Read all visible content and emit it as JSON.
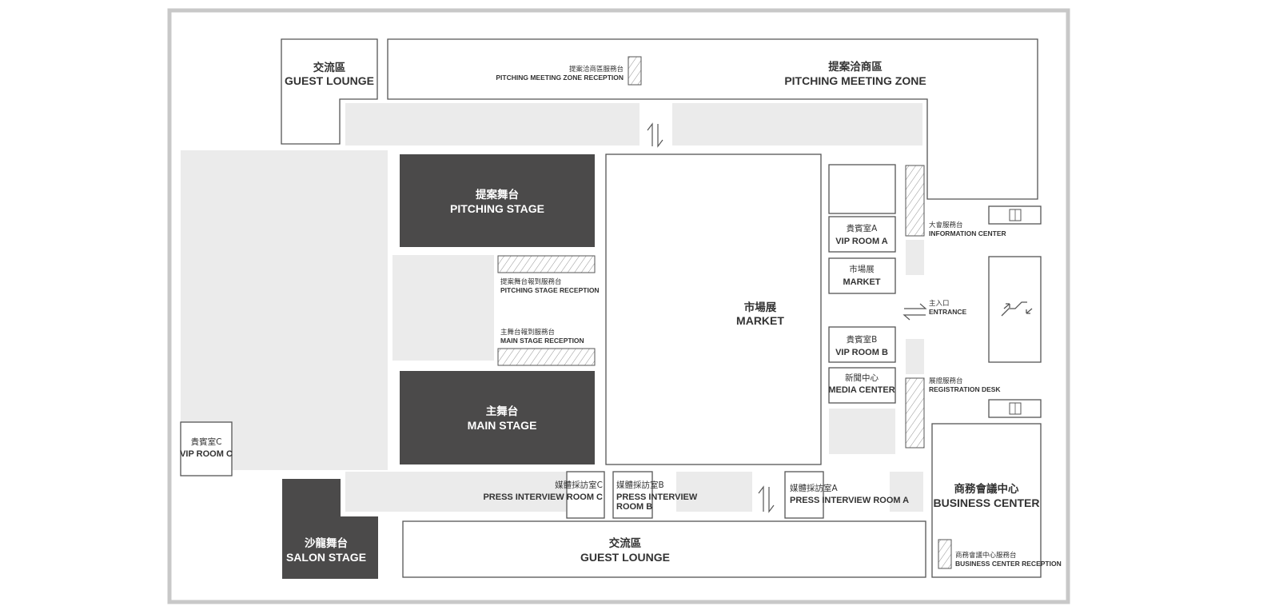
{
  "colors": {
    "frame": "#c8c8c8",
    "stage": "#4b4a4a",
    "corridor": "#ebebeb",
    "line": "#555555"
  },
  "icons": [
    "escalator-arrows-icon",
    "entrance-arrows-icon",
    "elevator-icon",
    "escalator-icon"
  ],
  "areas": {
    "guest_lounge_top": {
      "zh": "交流區",
      "en": "GUEST LOUNGE"
    },
    "pitching_meeting_zone": {
      "zh": "提案洽商區",
      "en": "PITCHING MEETING ZONE"
    },
    "pitching_meeting_zone_reception": {
      "zh": "提案洽商區服務台",
      "en": "PITCHING MEETING ZONE RECEPTION"
    },
    "pitching_stage": {
      "zh": "提案舞台",
      "en": "PITCHING STAGE"
    },
    "pitching_stage_reception": {
      "zh": "提案舞台報到服務台",
      "en": "PITCHING STAGE RECEPTION"
    },
    "main_stage_reception": {
      "zh": "主舞台報到服務台",
      "en": "MAIN STAGE RECEPTION"
    },
    "main_stage": {
      "zh": "主舞台",
      "en": "MAIN STAGE"
    },
    "market_main": {
      "zh": "市場展",
      "en": "MARKET"
    },
    "vip_room_a": {
      "zh": "貴賓室A",
      "en": "VIP ROOM A"
    },
    "market_small": {
      "zh": "市場展",
      "en": "MARKET"
    },
    "vip_room_b": {
      "zh": "貴賓室B",
      "en": "VIP ROOM B"
    },
    "media_center": {
      "zh": "新聞中心",
      "en": "MEDIA CENTER"
    },
    "information_center": {
      "zh": "大會服務台",
      "en": "INFORMATION CENTER"
    },
    "entrance": {
      "zh": "主入口",
      "en": "ENTRANCE"
    },
    "registration_desk": {
      "zh": "展證服務台",
      "en": "REGISTRATION DESK"
    },
    "vip_room_c": {
      "zh": "貴賓室C",
      "en": "VIP ROOM C"
    },
    "salon_stage": {
      "zh": "沙龍舞台",
      "en": "SALON STAGE"
    },
    "press_room_c": {
      "zh": "媒體採訪室C",
      "en": "PRESS INTERVIEW ROOM C"
    },
    "press_room_b": {
      "zh": "媒體採訪室B",
      "en1": "PRESS INTERVIEW",
      "en2": "ROOM B"
    },
    "press_room_a": {
      "zh": "媒體採訪室A",
      "en": "PRESS INTERVIEW ROOM A"
    },
    "guest_lounge_bottom": {
      "zh": "交流區",
      "en": "GUEST LOUNGE"
    },
    "business_center": {
      "zh": "商務會議中心",
      "en": "BUSINESS CENTER"
    },
    "business_center_reception": {
      "zh": "商務會議中心服務台",
      "en": "BUSINESS CENTER RECEPTION"
    }
  }
}
